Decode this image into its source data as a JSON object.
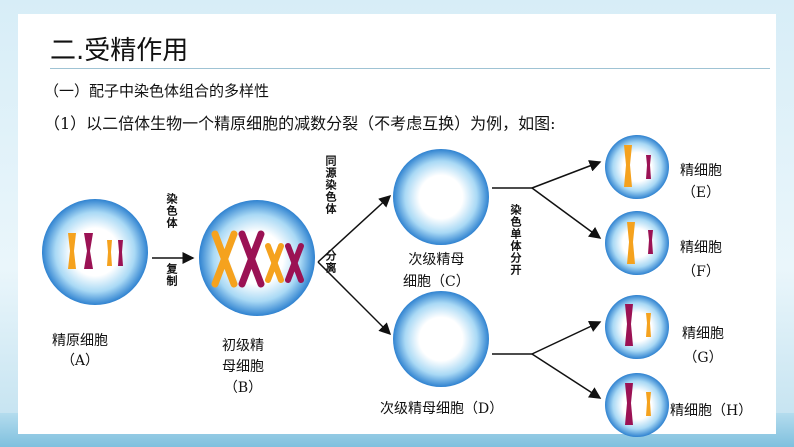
{
  "title": "二.受精作用",
  "subtitle1": "（一）配子中染色体组合的多样性",
  "subtitle2": "（1）以二倍体生物一个精原细胞的减数分裂（不考虑互换）为例，如图:",
  "cells": {
    "A": "精原细胞\n（A）",
    "B": "初级精\n母细胞\n（B）",
    "C": "次级精母\n细胞（C）",
    "D": "次级精母细胞（D）",
    "E": "精细胞\n（E）",
    "F": "精细胞\n（F）",
    "G": "精细胞\n（G）",
    "H": "精细胞（H）"
  },
  "steps": {
    "replicate_top": "染色体",
    "replicate_bottom": "复制",
    "homolog_sep": "同源染色体",
    "homolog_sep2": "分离",
    "sister_sep": "染色单体分开"
  },
  "colors": {
    "orange": "#f5a21e",
    "purple": "#9b1254",
    "cell_edge": "#2e7fcf",
    "cell_mid": "#7fc3ef"
  }
}
